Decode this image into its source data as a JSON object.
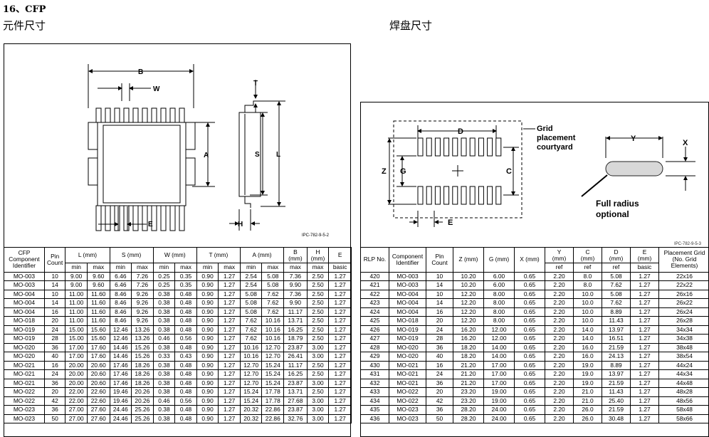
{
  "heading": "16、CFP",
  "left_title": "元件尺寸",
  "right_title": "焊盘尺寸",
  "left_figure": {
    "labels": {
      "B": "B",
      "W": "W",
      "T": "T",
      "A": "A",
      "S": "S",
      "L": "L",
      "E": "E",
      "H": "H"
    },
    "ipc": "IPC-782-9-5-2"
  },
  "right_figure": {
    "labels": {
      "D": "D",
      "Z": "Z",
      "G": "G",
      "C": "C",
      "E": "E",
      "Y": "Y",
      "X": "X"
    },
    "grid_note_1": "Grid",
    "grid_note_2": "placement",
    "grid_note_3": "courtyard",
    "radius_note_1": "Full radius",
    "radius_note_2": "optional",
    "ipc": "IPC-782-9-5-3"
  },
  "left_table": {
    "headers": {
      "cfp": "CFP",
      "comp": "Component",
      "ident": "Identifier",
      "pin": "Pin",
      "count": "Count",
      "L": "L (mm)",
      "S": "S (mm)",
      "W": "W (mm)",
      "T": "T (mm)",
      "A": "A (mm)",
      "B1": "B",
      "B2": "(mm)",
      "H1": "H",
      "H2": "(mm)",
      "E": "E",
      "min": "min",
      "max": "max",
      "basic": "basic"
    },
    "rows": [
      [
        "MO-003",
        "10",
        "9.00",
        "9.60",
        "6.46",
        "7.26",
        "0.25",
        "0.35",
        "0.90",
        "1.27",
        "2.54",
        "5.08",
        "7.36",
        "2.50",
        "1.27"
      ],
      [
        "MO-003",
        "14",
        "9.00",
        "9.60",
        "6.46",
        "7.26",
        "0.25",
        "0.35",
        "0.90",
        "1.27",
        "2.54",
        "5.08",
        "9.90",
        "2.50",
        "1.27"
      ],
      [
        "MO-004",
        "10",
        "11.00",
        "11.60",
        "8.46",
        "9.26",
        "0.38",
        "0.48",
        "0.90",
        "1.27",
        "5.08",
        "7.62",
        "7.36",
        "2.50",
        "1.27"
      ],
      [
        "MO-004",
        "14",
        "11.00",
        "11.60",
        "8.46",
        "9.26",
        "0.38",
        "0.48",
        "0.90",
        "1.27",
        "5.08",
        "7.62",
        "9.90",
        "2.50",
        "1.27"
      ],
      [
        "MO-004",
        "16",
        "11.00",
        "11.60",
        "8.46",
        "9.26",
        "0.38",
        "0.48",
        "0.90",
        "1.27",
        "5.08",
        "7.62",
        "11.17",
        "2.50",
        "1.27"
      ],
      [
        "MO-018",
        "20",
        "11.00",
        "11.60",
        "8.46",
        "9.26",
        "0.38",
        "0.48",
        "0.90",
        "1.27",
        "7.62",
        "10.16",
        "13.71",
        "2.50",
        "1.27"
      ],
      [
        "MO-019",
        "24",
        "15.00",
        "15.60",
        "12.46",
        "13.26",
        "0.38",
        "0.48",
        "0.90",
        "1.27",
        "7.62",
        "10.16",
        "16.25",
        "2.50",
        "1.27"
      ],
      [
        "MO-019",
        "28",
        "15.00",
        "15.60",
        "12.46",
        "13.26",
        "0.46",
        "0.56",
        "0.90",
        "1.27",
        "7.62",
        "10.16",
        "18.79",
        "2.50",
        "1.27"
      ],
      [
        "MO-020",
        "36",
        "17.00",
        "17.60",
        "14.46",
        "15.26",
        "0.38",
        "0.48",
        "0.90",
        "1.27",
        "10.16",
        "12.70",
        "23.87",
        "3.00",
        "1.27"
      ],
      [
        "MO-020",
        "40",
        "17.00",
        "17.60",
        "14.46",
        "15.26",
        "0.33",
        "0.43",
        "0.90",
        "1.27",
        "10.16",
        "12.70",
        "26.41",
        "3.00",
        "1.27"
      ],
      [
        "MO-021",
        "16",
        "20.00",
        "20.60",
        "17.46",
        "18.26",
        "0.38",
        "0.48",
        "0.90",
        "1.27",
        "12.70",
        "15.24",
        "11.17",
        "2.50",
        "1.27"
      ],
      [
        "MO-021",
        "24",
        "20.00",
        "20.60",
        "17.46",
        "18.26",
        "0.38",
        "0.48",
        "0.90",
        "1.27",
        "12.70",
        "15.24",
        "16.25",
        "2.50",
        "1.27"
      ],
      [
        "MO-021",
        "36",
        "20.00",
        "20.60",
        "17.46",
        "18.26",
        "0.38",
        "0.48",
        "0.90",
        "1.27",
        "12.70",
        "15.24",
        "23.87",
        "3.00",
        "1.27"
      ],
      [
        "MO-022",
        "20",
        "22.00",
        "22.60",
        "19.46",
        "20.26",
        "0.38",
        "0.48",
        "0.90",
        "1.27",
        "15.24",
        "17.78",
        "13.71",
        "2.50",
        "1.27"
      ],
      [
        "MO-022",
        "42",
        "22.00",
        "22.60",
        "19.46",
        "20.26",
        "0.46",
        "0.56",
        "0.90",
        "1.27",
        "15.24",
        "17.78",
        "27.68",
        "3.00",
        "1.27"
      ],
      [
        "MO-023",
        "36",
        "27.00",
        "27.60",
        "24.46",
        "25.26",
        "0.38",
        "0.48",
        "0.90",
        "1.27",
        "20.32",
        "22.86",
        "23.87",
        "3.00",
        "1.27"
      ],
      [
        "MO-023",
        "50",
        "27.00",
        "27.60",
        "24.46",
        "25.26",
        "0.38",
        "0.48",
        "0.90",
        "1.27",
        "20.32",
        "22.86",
        "32.76",
        "3.00",
        "1.27"
      ]
    ]
  },
  "right_table": {
    "headers": {
      "rlp": "RLP No.",
      "comp": "Component",
      "ident": "Identifier",
      "pin": "Pin",
      "count": "Count",
      "Z": "Z (mm)",
      "G": "G (mm)",
      "X": "X (mm)",
      "Y1": "Y",
      "Y2": "(mm)",
      "C1": "C",
      "C2": "(mm)",
      "D1": "D",
      "D2": "(mm)",
      "E1": "E",
      "E2": "(mm)",
      "ref": "ref",
      "basic": "basic",
      "PG1": "Placement Grid",
      "PG2": "(No. Grid",
      "PG3": "Elements)"
    },
    "rows": [
      [
        "420",
        "MO-003",
        "10",
        "10.20",
        "6.00",
        "0.65",
        "2.20",
        "8.0",
        "5.08",
        "1.27",
        "22x16"
      ],
      [
        "421",
        "MO-003",
        "14",
        "10.20",
        "6.00",
        "0.65",
        "2.20",
        "8.0",
        "7.62",
        "1.27",
        "22x22"
      ],
      [
        "422",
        "MO-004",
        "10",
        "12.20",
        "8.00",
        "0.65",
        "2.20",
        "10.0",
        "5.08",
        "1.27",
        "26x16"
      ],
      [
        "423",
        "MO-004",
        "14",
        "12.20",
        "8.00",
        "0.65",
        "2.20",
        "10.0",
        "7.62",
        "1.27",
        "26x22"
      ],
      [
        "424",
        "MO-004",
        "16",
        "12.20",
        "8.00",
        "0.65",
        "2.20",
        "10.0",
        "8.89",
        "1.27",
        "26x24"
      ],
      [
        "425",
        "MO-018",
        "20",
        "12.20",
        "8.00",
        "0.65",
        "2.20",
        "10.0",
        "11.43",
        "1.27",
        "26x28"
      ],
      [
        "426",
        "MO-019",
        "24",
        "16.20",
        "12.00",
        "0.65",
        "2.20",
        "14.0",
        "13.97",
        "1.27",
        "34x34"
      ],
      [
        "427",
        "MO-019",
        "28",
        "16.20",
        "12.00",
        "0.65",
        "2.20",
        "14.0",
        "16.51",
        "1.27",
        "34x38"
      ],
      [
        "428",
        "MO-020",
        "36",
        "18.20",
        "14.00",
        "0.65",
        "2.20",
        "16.0",
        "21.59",
        "1.27",
        "38x48"
      ],
      [
        "429",
        "MO-020",
        "40",
        "18.20",
        "14.00",
        "0.65",
        "2.20",
        "16.0",
        "24.13",
        "1.27",
        "38x54"
      ],
      [
        "430",
        "MO-021",
        "16",
        "21.20",
        "17.00",
        "0.65",
        "2.20",
        "19.0",
        "8.89",
        "1.27",
        "44x24"
      ],
      [
        "431",
        "MO-021",
        "24",
        "21.20",
        "17.00",
        "0.65",
        "2.20",
        "19.0",
        "13.97",
        "1.27",
        "44x34"
      ],
      [
        "432",
        "MO-021",
        "36",
        "21.20",
        "17.00",
        "0.65",
        "2.20",
        "19.0",
        "21.59",
        "1.27",
        "44x48"
      ],
      [
        "433",
        "MO-022",
        "20",
        "23.20",
        "19.00",
        "0.65",
        "2.20",
        "21.0",
        "11.43",
        "1.27",
        "48x28"
      ],
      [
        "434",
        "MO-022",
        "42",
        "23.20",
        "19.00",
        "0.65",
        "2.20",
        "21.0",
        "25.40",
        "1.27",
        "48x56"
      ],
      [
        "435",
        "MO-023",
        "36",
        "28.20",
        "24.00",
        "0.65",
        "2.20",
        "26.0",
        "21.59",
        "1.27",
        "58x48"
      ],
      [
        "436",
        "MO-023",
        "50",
        "28.20",
        "24.00",
        "0.65",
        "2.20",
        "26.0",
        "30.48",
        "1.27",
        "58x66"
      ]
    ]
  }
}
